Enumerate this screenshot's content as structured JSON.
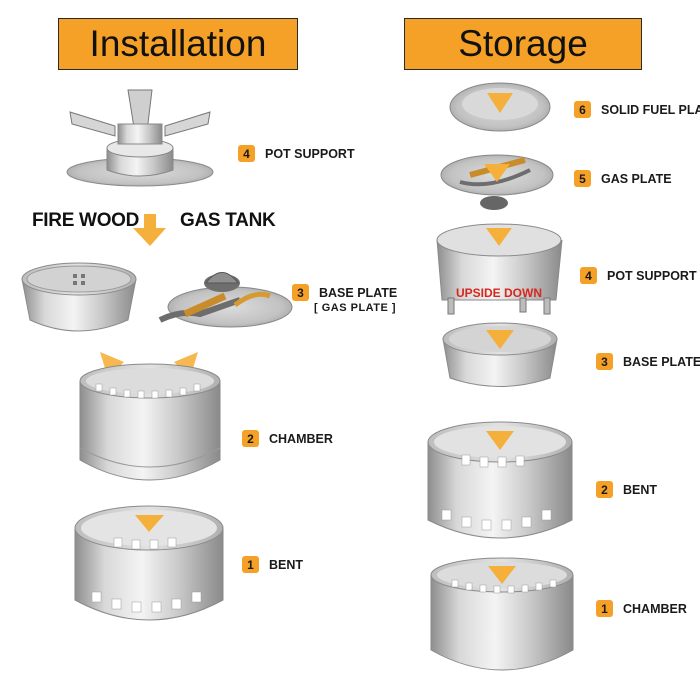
{
  "installation": {
    "title": "Installation",
    "fire_wood": "FIRE WOOD",
    "gas_tank": "GAS TANK",
    "steps": [
      {
        "num": "4",
        "label": "POT SUPPORT"
      },
      {
        "num": "3",
        "label": "BASE PLATE",
        "sublabel": "[ GAS PLATE ]"
      },
      {
        "num": "2",
        "label": "CHAMBER"
      },
      {
        "num": "1",
        "label": "BENT"
      }
    ]
  },
  "storage": {
    "title": "Storage",
    "upside_down": "UPSIDE DOWN",
    "steps": [
      {
        "num": "6",
        "label": "SOLID FUEL PLATE"
      },
      {
        "num": "5",
        "label": "GAS PLATE"
      },
      {
        "num": "4",
        "label": "POT SUPPORT"
      },
      {
        "num": "3",
        "label": "BASE PLATE"
      },
      {
        "num": "2",
        "label": "BENT"
      },
      {
        "num": "1",
        "label": "CHAMBER"
      }
    ]
  },
  "colors": {
    "accent": "#f5a127",
    "arrow": "#f5b03c",
    "warning_text": "#d7261e",
    "metal": "#c4c4c4"
  }
}
